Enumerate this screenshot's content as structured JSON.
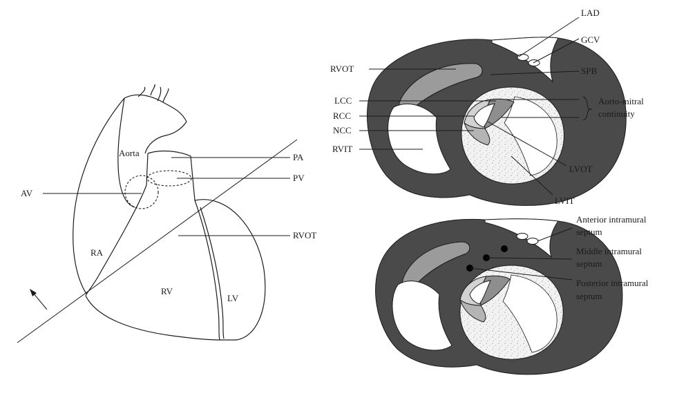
{
  "colors": {
    "myocardium": "#4a4a4a",
    "rvot_fill": "#9b9b9b",
    "cusp_light": "#d2d2d2",
    "cusp_mid": "#b4b4b4",
    "cusp_dark": "#8e8e8e",
    "outline": "#1a1a1a"
  },
  "heart_diagram": {
    "labels": {
      "aorta": "Aorta",
      "pa": "PA",
      "pv": "PV",
      "av": "AV",
      "rvot": "RVOT",
      "ra": "RA",
      "rv": "RV",
      "lv": "LV"
    },
    "icons": [
      "arrow-up-left-icon"
    ]
  },
  "top_section": {
    "labels": {
      "lad": "LAD",
      "gcv": "GCV",
      "spb": "SPB",
      "rvot": "RVOT",
      "lcc": "LCC",
      "rcc": "RCC",
      "ncc": "NCC",
      "rvit": "RVIT",
      "aorto_mitral_1": "Aorto-mitral",
      "aorto_mitral_2": "continuity",
      "lvot": "LVOT",
      "lvit": "LVIT"
    }
  },
  "bottom_section": {
    "labels": {
      "anterior_1": "Anterior intramural",
      "anterior_2": "septum",
      "middle_1": "Middle intramural",
      "middle_2": "septum",
      "posterior_1": "Posterior intramural",
      "posterior_2": "septum"
    }
  }
}
